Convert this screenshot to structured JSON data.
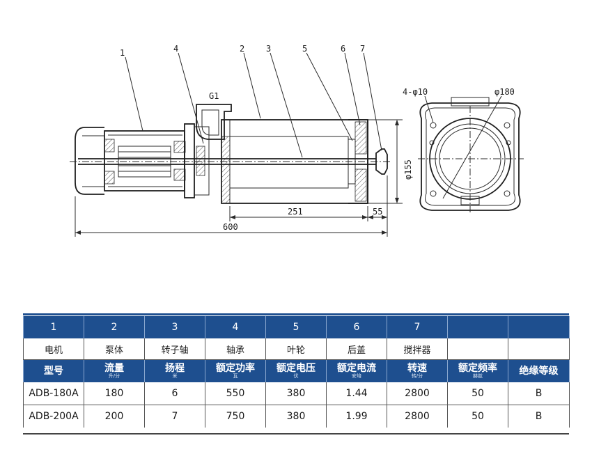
{
  "drawing": {
    "callouts": [
      "1",
      "4",
      "2",
      "3",
      "5",
      "6",
      "7"
    ],
    "inlet_label": "G1",
    "dims": {
      "d155": "φ155",
      "l251": "251",
      "l55": "55",
      "l600": "600",
      "holes": "4-φ10",
      "d180": "φ180"
    }
  },
  "table": {
    "part_numbers": [
      "1",
      "2",
      "3",
      "4",
      "5",
      "6",
      "7",
      "",
      ""
    ],
    "part_names": [
      "电机",
      "泵体",
      "转子轴",
      "轴承",
      "叶轮",
      "后盖",
      "搅拌器",
      "",
      ""
    ],
    "headers": [
      {
        "label": "型号",
        "unit": ""
      },
      {
        "label": "流量",
        "unit": "升/分"
      },
      {
        "label": "扬程",
        "unit": "米"
      },
      {
        "label": "额定功率",
        "unit": "瓦"
      },
      {
        "label": "额定电压",
        "unit": "伏"
      },
      {
        "label": "额定电流",
        "unit": "安培"
      },
      {
        "label": "转速",
        "unit": "转/分"
      },
      {
        "label": "额定频率",
        "unit": "赫兹"
      },
      {
        "label": "绝缘等级",
        "unit": ""
      }
    ],
    "rows": [
      [
        "ADB-180A",
        "180",
        "6",
        "550",
        "380",
        "1.44",
        "2800",
        "50",
        "B"
      ],
      [
        "ADB-200A",
        "200",
        "7",
        "750",
        "380",
        "1.99",
        "2800",
        "50",
        "B"
      ]
    ]
  }
}
